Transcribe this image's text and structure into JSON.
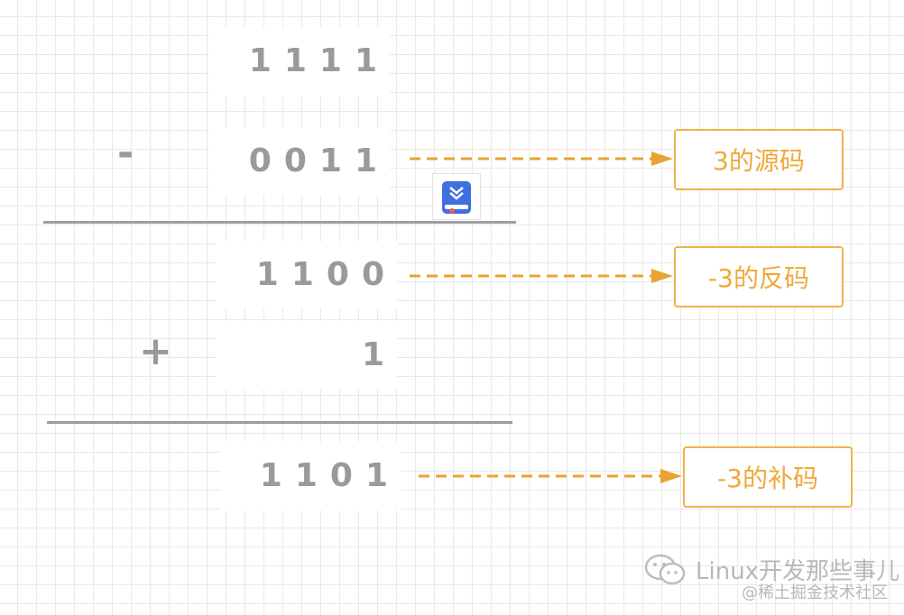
{
  "rows": {
    "minuend": "1111",
    "subtrahend": "0011",
    "ones_complement": "1100",
    "add_one": "1",
    "twos_complement": "1101"
  },
  "operators": {
    "minus": "-",
    "plus": "+"
  },
  "labels": {
    "original": "3的源码",
    "inverse": "-3的反码",
    "complement": "-3的补码"
  },
  "watermark": {
    "channel": "Linux开发那些事儿",
    "community": "@稀土掘金技术社区"
  },
  "colors": {
    "digits": "#9a9a9a",
    "arrow": "#e8a332",
    "label_border": "#f0b24a",
    "label_text": "#f0a93a",
    "rule": "#9d9d9d"
  }
}
